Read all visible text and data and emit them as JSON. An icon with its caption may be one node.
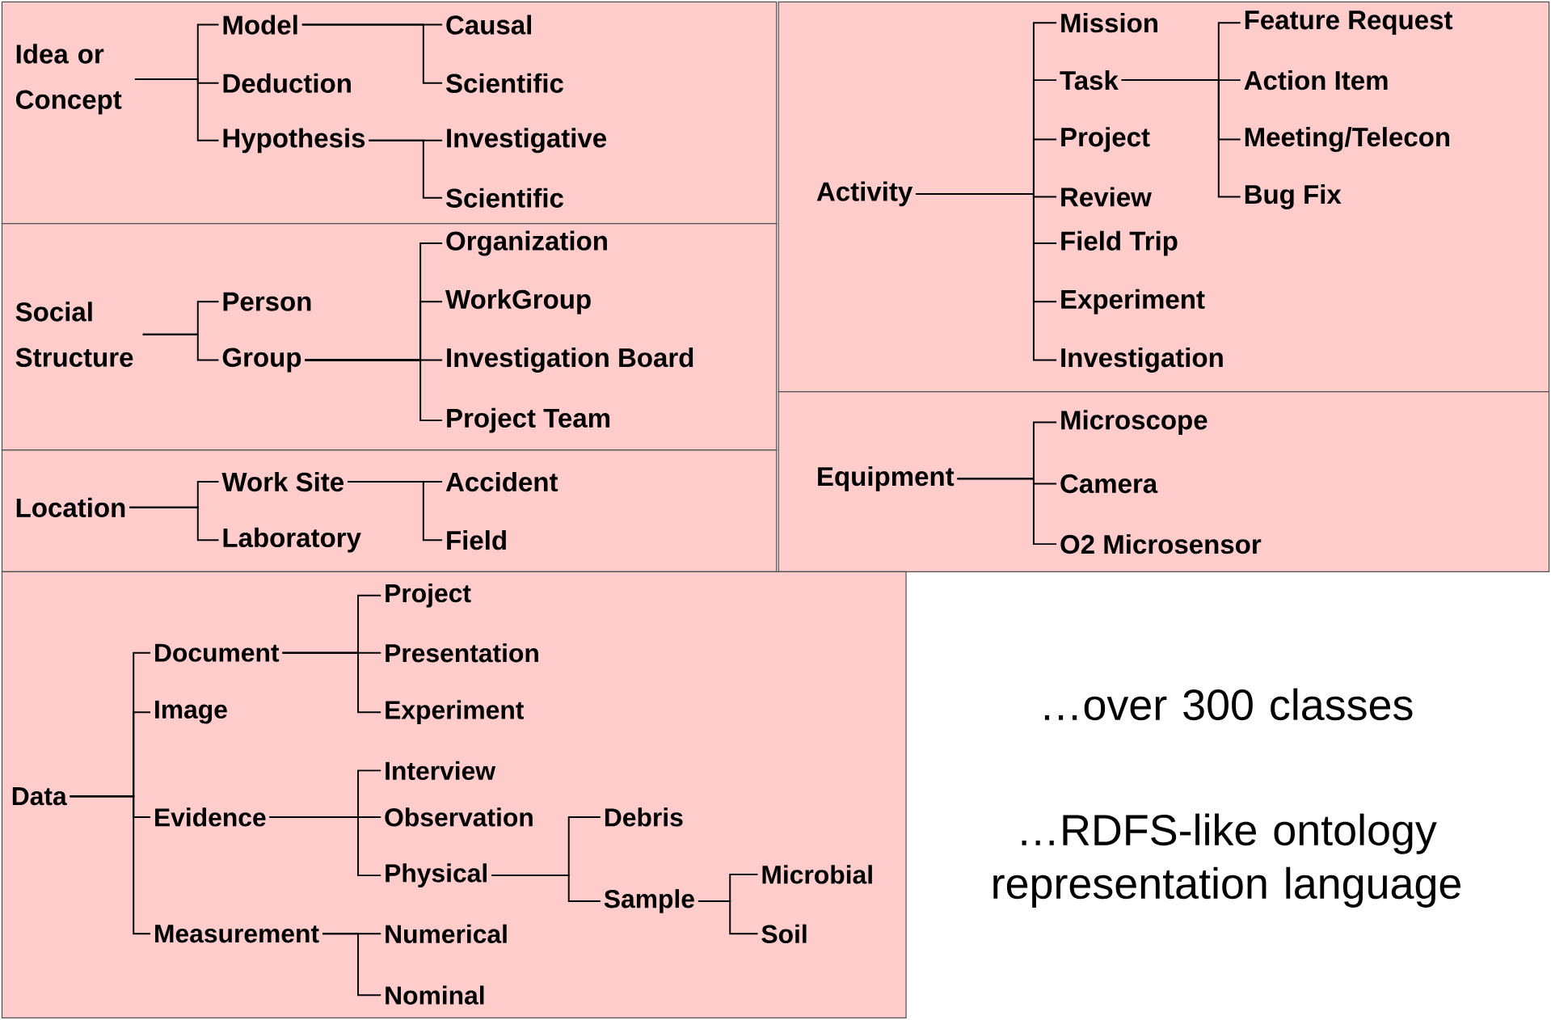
{
  "diagram": {
    "nodes": [
      {
        "text": [
          "Idea or Concept"
        ]
      },
      {
        "text": [
          "Model"
        ]
      },
      {
        "text": [
          "Deduction"
        ]
      },
      {
        "text": [
          "Hypothesis"
        ]
      },
      {
        "text": [
          "Causal"
        ]
      },
      {
        "text": [
          "Scientific"
        ]
      },
      {
        "text": [
          "Investigative"
        ]
      },
      {
        "text": [
          "Scientific"
        ]
      },
      {
        "text": [
          "Social Structure"
        ]
      },
      {
        "text": [
          "Person"
        ]
      },
      {
        "text": [
          "Group"
        ]
      },
      {
        "text": [
          "Organization"
        ]
      },
      {
        "text": [
          "WorkGroup"
        ]
      },
      {
        "text": [
          "Investigation Board"
        ]
      },
      {
        "text": [
          "Project Team"
        ]
      },
      {
        "text": [
          "Location"
        ]
      },
      {
        "text": [
          "Work Site"
        ]
      },
      {
        "text": [
          "Laboratory"
        ]
      },
      {
        "text": [
          "Accident"
        ]
      },
      {
        "text": [
          "Field"
        ]
      },
      {
        "text": [
          "Activity"
        ]
      },
      {
        "text": [
          "Mission"
        ]
      },
      {
        "text": [
          "Task"
        ]
      },
      {
        "text": [
          "Project"
        ]
      },
      {
        "text": [
          "Review"
        ]
      },
      {
        "text": [
          "Field Trip"
        ]
      },
      {
        "text": [
          "Experiment"
        ]
      },
      {
        "text": [
          "Investigation"
        ]
      },
      {
        "text": [
          "Feature Request"
        ]
      },
      {
        "text": [
          "Action Item"
        ]
      },
      {
        "text": [
          "Meeting/Telecon"
        ]
      },
      {
        "text": [
          "Bug Fix"
        ]
      },
      {
        "text": [
          "Equipment"
        ]
      },
      {
        "text": [
          "Microscope"
        ]
      },
      {
        "text": [
          "Camera"
        ]
      },
      {
        "text": [
          "O2 Microsensor"
        ]
      },
      {
        "text": [
          "Data"
        ]
      },
      {
        "text": [
          "Document"
        ]
      },
      {
        "text": [
          "Image"
        ]
      },
      {
        "text": [
          "Evidence"
        ]
      },
      {
        "text": [
          "Measurement"
        ]
      },
      {
        "text": [
          "Project"
        ]
      },
      {
        "text": [
          "Presentation"
        ]
      },
      {
        "text": [
          "Experiment"
        ]
      },
      {
        "text": [
          "Interview"
        ]
      },
      {
        "text": [
          "Observation"
        ]
      },
      {
        "text": [
          "Physical"
        ]
      },
      {
        "text": [
          "Numerical"
        ]
      },
      {
        "text": [
          "Nominal"
        ]
      },
      {
        "text": [
          "Debris"
        ]
      },
      {
        "text": [
          "Sample"
        ]
      },
      {
        "text": [
          "Microbial"
        ]
      },
      {
        "text": [
          "Soil"
        ]
      }
    ],
    "edges": [
      {
        "from": 0,
        "to": 1,
        "arrow": "none"
      },
      {
        "from": 0,
        "to": 2,
        "arrow": "none"
      },
      {
        "from": 0,
        "to": 3,
        "arrow": "none"
      },
      {
        "from": 1,
        "to": 4,
        "arrow": "none"
      },
      {
        "from": 1,
        "to": 5,
        "arrow": "none"
      },
      {
        "from": 3,
        "to": 6,
        "arrow": "none"
      },
      {
        "from": 3,
        "to": 7,
        "arrow": "none"
      },
      {
        "from": 8,
        "to": 9,
        "arrow": "none"
      },
      {
        "from": 8,
        "to": 10,
        "arrow": "none"
      },
      {
        "from": 10,
        "to": 11,
        "arrow": "none"
      },
      {
        "from": 10,
        "to": 12,
        "arrow": "none"
      },
      {
        "from": 10,
        "to": 13,
        "arrow": "none"
      },
      {
        "from": 10,
        "to": 14,
        "arrow": "none"
      },
      {
        "from": 15,
        "to": 16,
        "arrow": "none"
      },
      {
        "from": 15,
        "to": 17,
        "arrow": "none"
      },
      {
        "from": 16,
        "to": 18,
        "arrow": "none"
      },
      {
        "from": 16,
        "to": 19,
        "arrow": "none"
      },
      {
        "from": 20,
        "to": 21,
        "arrow": "none"
      },
      {
        "from": 20,
        "to": 22,
        "arrow": "none"
      },
      {
        "from": 20,
        "to": 23,
        "arrow": "none"
      },
      {
        "from": 20,
        "to": 24,
        "arrow": "none"
      },
      {
        "from": 20,
        "to": 25,
        "arrow": "none"
      },
      {
        "from": 20,
        "to": 26,
        "arrow": "none"
      },
      {
        "from": 20,
        "to": 27,
        "arrow": "none"
      },
      {
        "from": 22,
        "to": 28,
        "arrow": "none"
      },
      {
        "from": 22,
        "to": 29,
        "arrow": "none"
      },
      {
        "from": 22,
        "to": 30,
        "arrow": "none"
      },
      {
        "from": 22,
        "to": 31,
        "arrow": "none"
      },
      {
        "from": 32,
        "to": 33,
        "arrow": "none"
      },
      {
        "from": 32,
        "to": 34,
        "arrow": "none"
      },
      {
        "from": 32,
        "to": 35,
        "arrow": "none"
      },
      {
        "from": 36,
        "to": 37,
        "arrow": "none"
      },
      {
        "from": 36,
        "to": 38,
        "arrow": "none"
      },
      {
        "from": 36,
        "to": 39,
        "arrow": "none"
      },
      {
        "from": 36,
        "to": 40,
        "arrow": "none"
      },
      {
        "from": 37,
        "to": 41,
        "arrow": "none"
      },
      {
        "from": 37,
        "to": 42,
        "arrow": "none"
      },
      {
        "from": 37,
        "to": 43,
        "arrow": "none"
      },
      {
        "from": 39,
        "to": 44,
        "arrow": "none"
      },
      {
        "from": 39,
        "to": 45,
        "arrow": "none"
      },
      {
        "from": 39,
        "to": 46,
        "arrow": "none"
      },
      {
        "from": 40,
        "to": 47,
        "arrow": "none"
      },
      {
        "from": 40,
        "to": 48,
        "arrow": "none"
      },
      {
        "from": 46,
        "to": 49,
        "arrow": "none"
      },
      {
        "from": 46,
        "to": 50,
        "arrow": "none"
      },
      {
        "from": 50,
        "to": 51,
        "arrow": "none"
      },
      {
        "from": 50,
        "to": 52,
        "arrow": "none"
      }
    ],
    "labels": [
      "…over 300 classes",
      "…RDFS-like ontology representation language"
    ]
  }
}
